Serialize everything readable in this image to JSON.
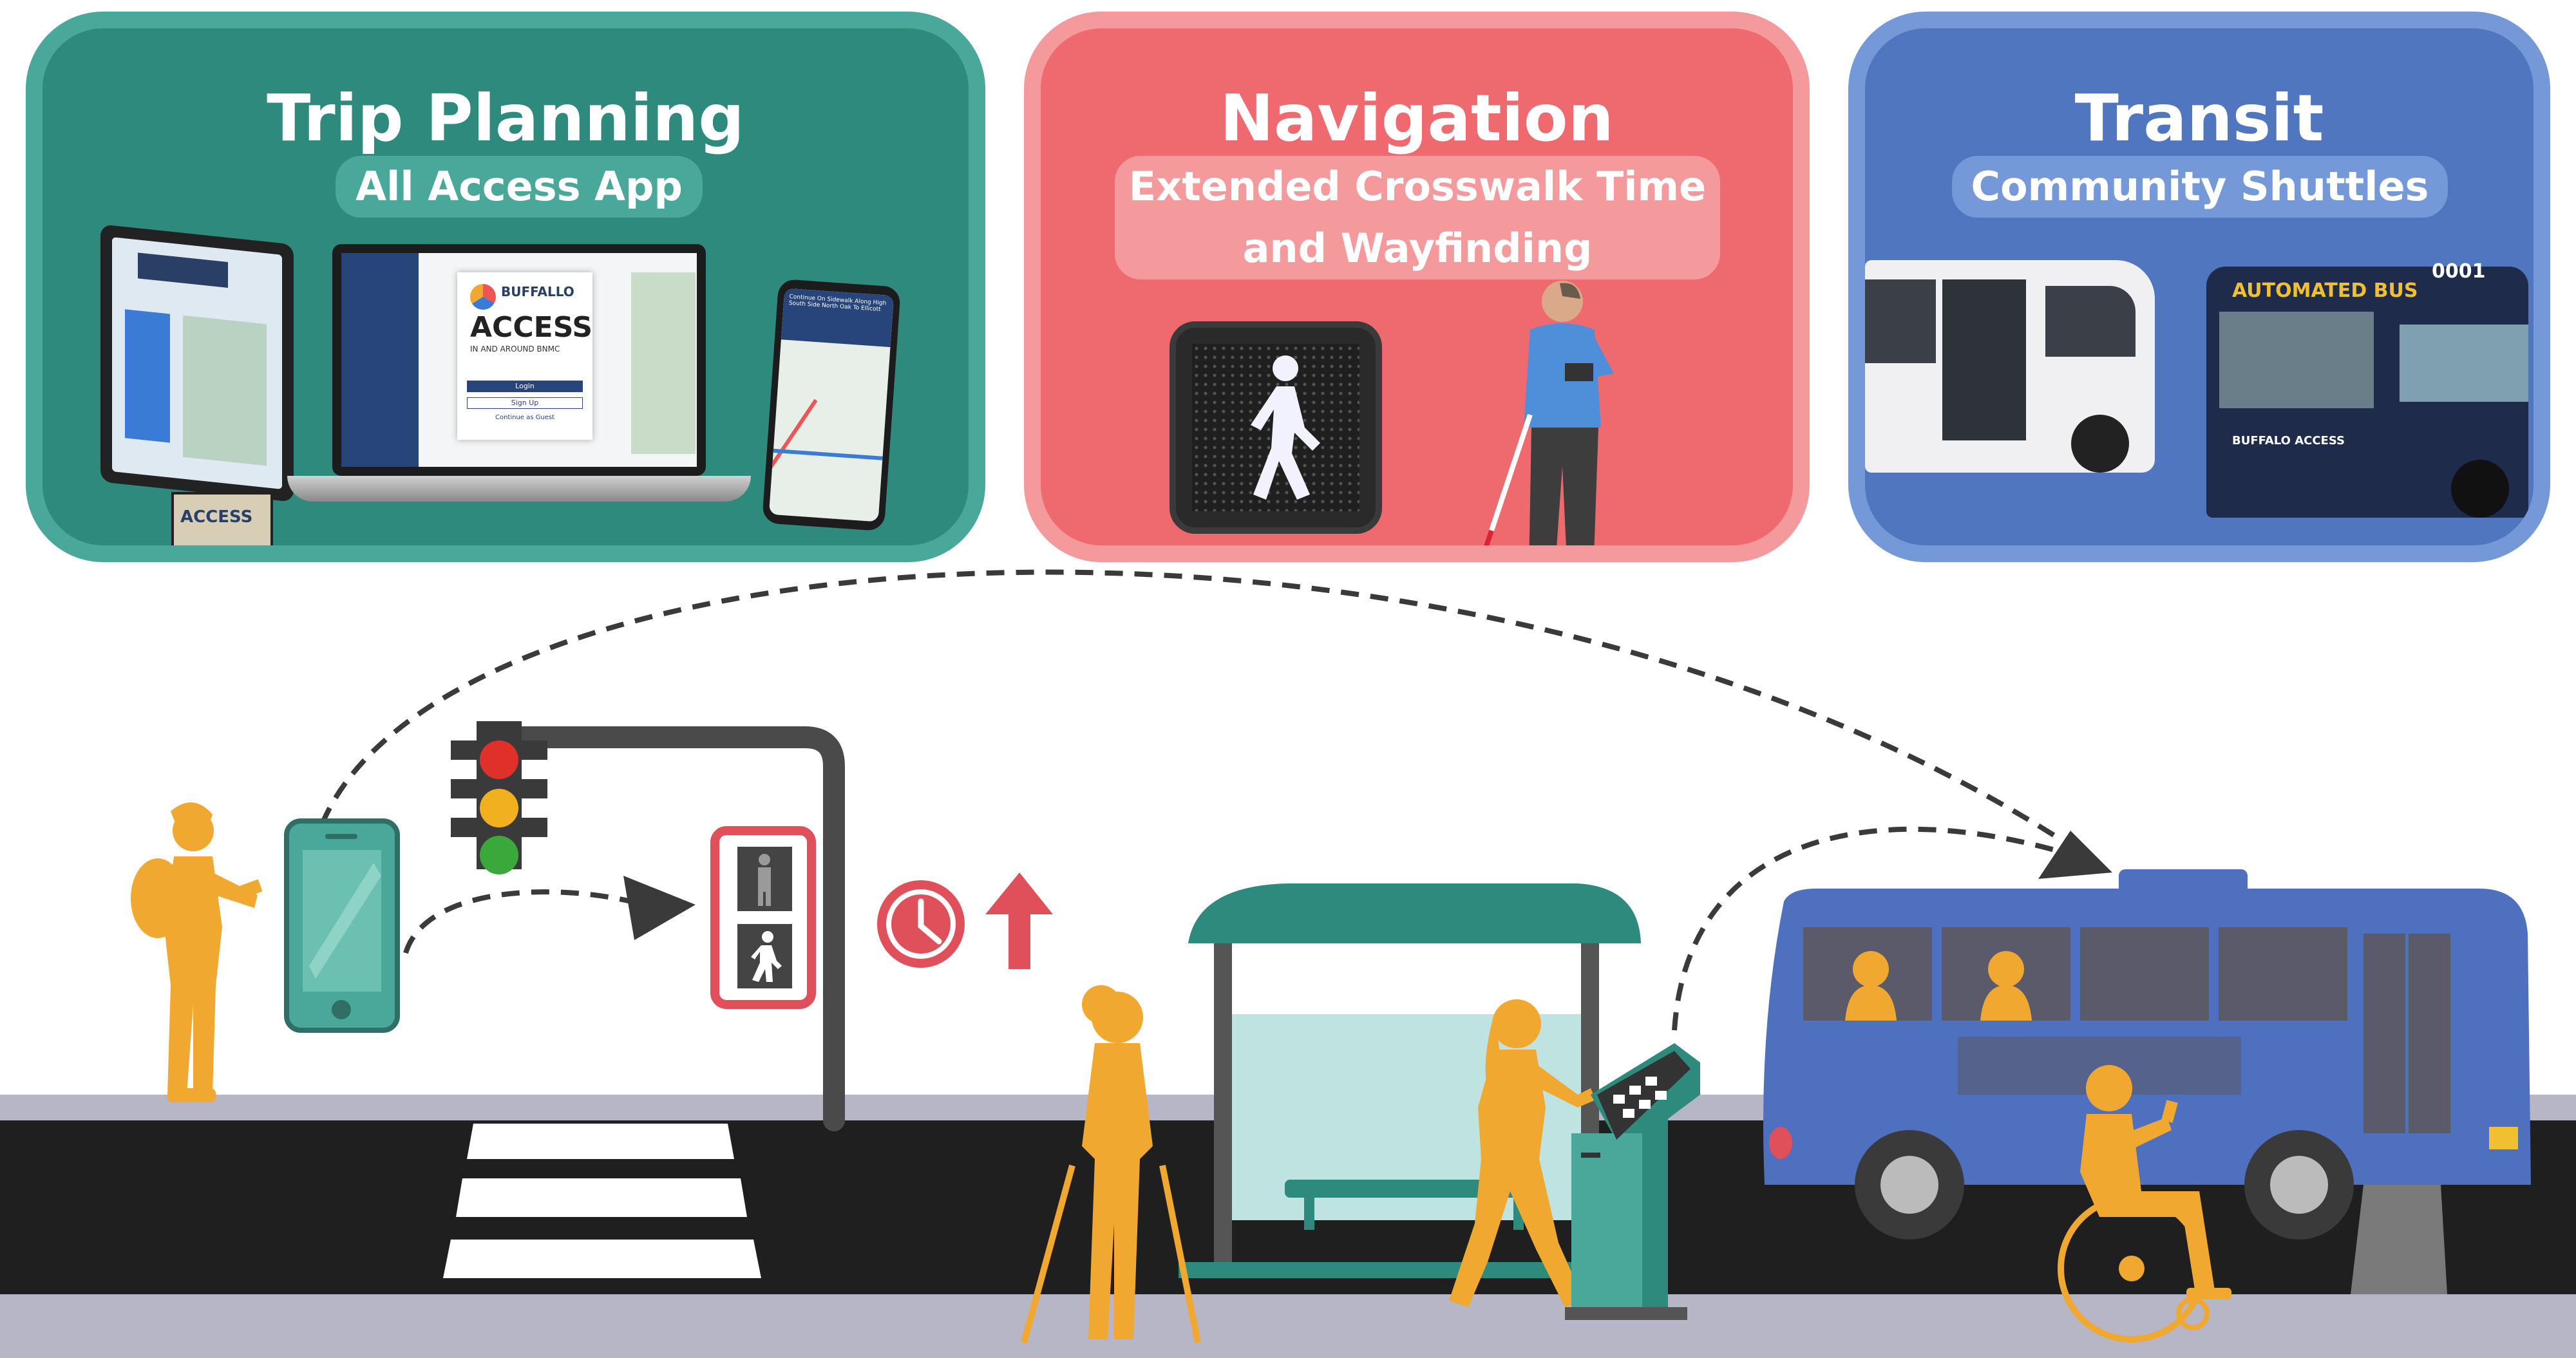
{
  "panels": {
    "trip": {
      "title": "Trip Planning",
      "subtitle": "All Access App",
      "color": "#2e8a7c"
    },
    "navigation": {
      "title": "Navigation",
      "subtitle_line1": "Extended Crosswalk Time",
      "subtitle_line2": "and Wayfinding",
      "color": "#ee6a6e"
    },
    "transit": {
      "title": "Transit",
      "subtitle": "Community Shuttles",
      "color": "#4f76bf"
    }
  },
  "app_screens": {
    "brand_line1": "BUFFALLO",
    "brand_line2": "ACCESS",
    "brand_tagline": "IN AND AROUND BNMC",
    "login_label": "Login",
    "signup_label": "Sign Up",
    "guest_label": "Continue as Guest",
    "phone_direction": "Continue On Sidewalk Along High South Side North Oak To Ellicott"
  },
  "transit_photo": {
    "bus_sign": "AUTOMATED BUS",
    "bus_number": "0001",
    "bus_livery": "BUFFALO ACCESS"
  },
  "colors": {
    "person": "#f0a830",
    "road": "#1f1f1f",
    "sidewalk": "#b7b6c6",
    "bus": "#4f6fbf",
    "shelter": "#2e8a7c",
    "signal_red": "#e0505a"
  }
}
